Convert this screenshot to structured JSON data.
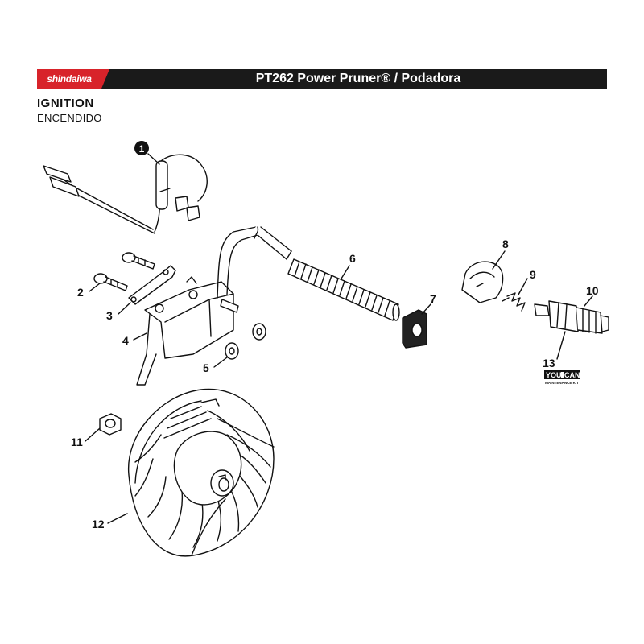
{
  "header": {
    "brand": "shindaiwa",
    "title": "PT262 Power Pruner® / Podadora"
  },
  "section": {
    "title": "IGNITION",
    "subtitle": "ENCENDIDO"
  },
  "callouts": {
    "p1": "1",
    "p2": "2",
    "p3": "3",
    "p4": "4",
    "p5": "5",
    "p6": "6",
    "p7": "7",
    "p8": "8",
    "p9": "9",
    "p10": "10",
    "p11": "11",
    "p12": "12",
    "p13": "13"
  },
  "kit_badge": {
    "main_left": "YOU",
    "main_right": "CAN",
    "sub": "MAINTENANCE KIT"
  },
  "colors": {
    "brand_red": "#d8232a",
    "header_black": "#1a1a1a"
  }
}
